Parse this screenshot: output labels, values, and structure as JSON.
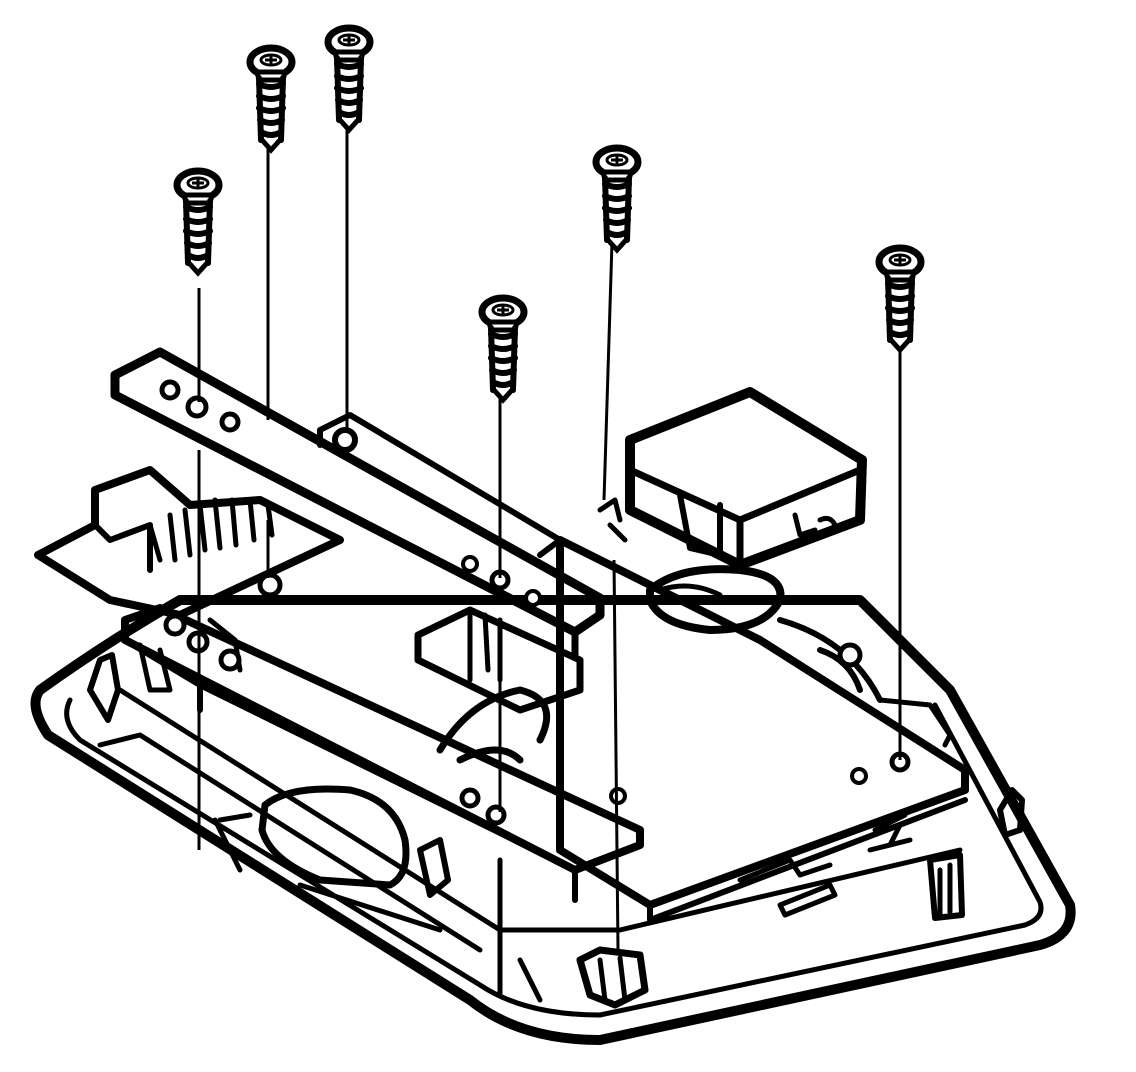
{
  "diagram": {
    "kind": "exploded-view line drawing",
    "labels": [],
    "colors": {
      "line": "#000000",
      "background": "#ffffff"
    },
    "parts": {
      "screws": {
        "count": 6
      },
      "brackets": {
        "count": 2
      },
      "module": {
        "count": 1
      },
      "housing": {
        "count": 1
      },
      "circuit_board": {
        "count": 1
      }
    }
  }
}
